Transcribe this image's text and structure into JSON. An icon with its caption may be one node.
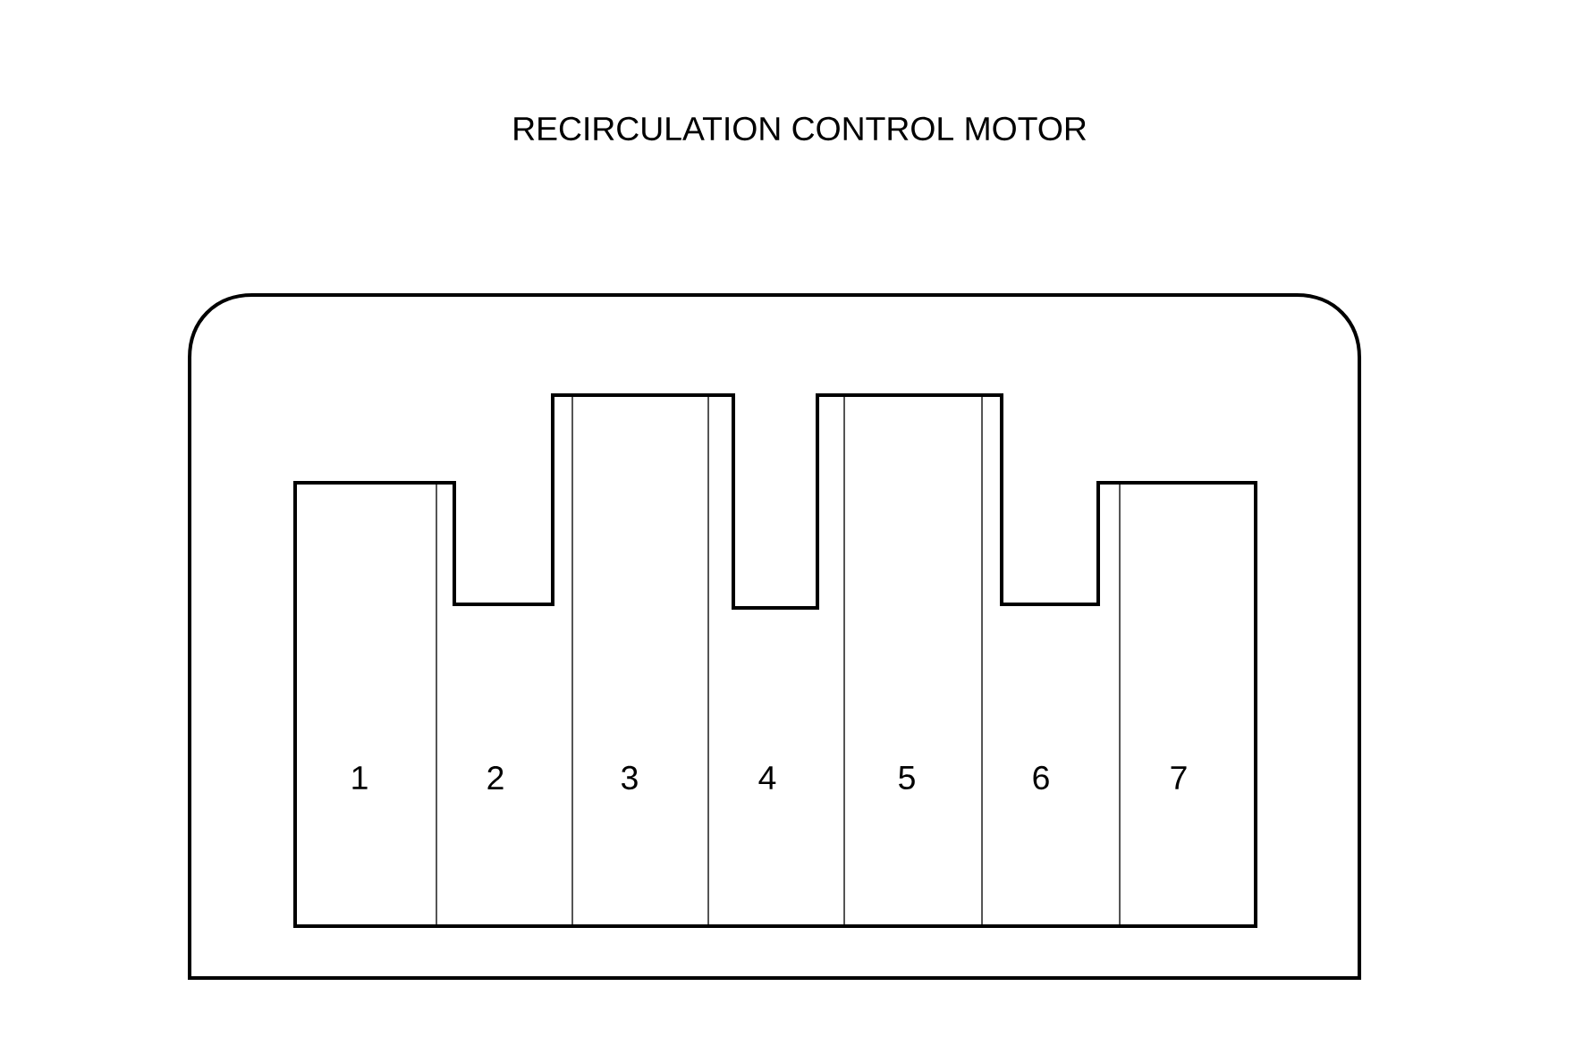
{
  "diagram": {
    "title": "RECIRCULATION CONTROL MOTOR",
    "labels": [
      "1",
      "2",
      "3",
      "4",
      "5",
      "6",
      "7"
    ]
  }
}
